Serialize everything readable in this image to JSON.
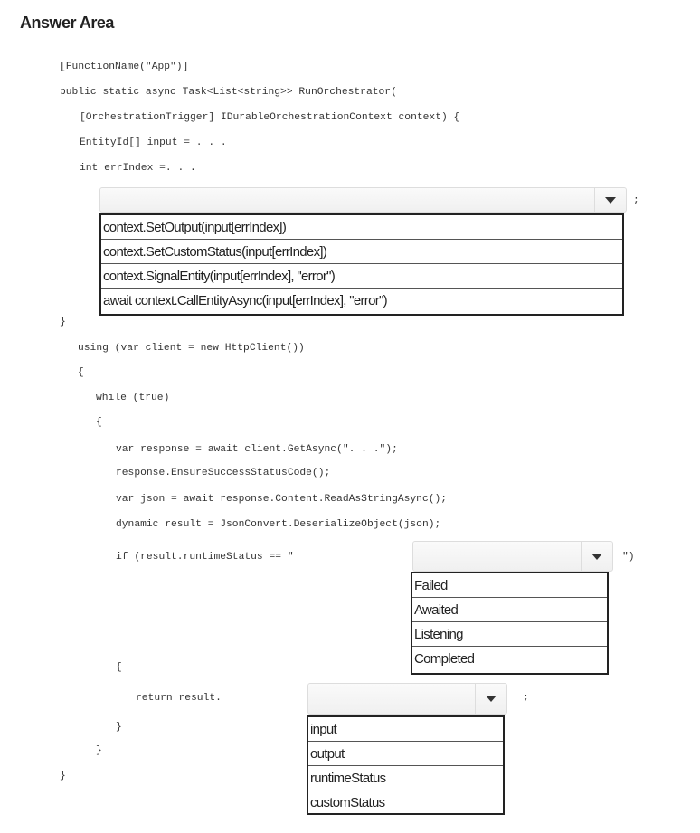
{
  "title": "Answer Area",
  "code": {
    "l1": "[FunctionName(\"App\")]",
    "l2": "public static async Task<List<string>> RunOrchestrator(",
    "l3": "[OrchestrationTrigger] IDurableOrchestrationContext context) {",
    "l4": "EntityId[] input = . . .",
    "l5": "int errIndex =. . .",
    "semi1": ";",
    "close1": "}",
    "l6": "using (var client = new HttpClient())",
    "l7": "{",
    "l8": "while (true)",
    "l9": "{",
    "l10": "var response = await client.GetAsync(\". . .\");",
    "l11": "response.EnsureSuccessStatusCode();",
    "l12": "var json = await response.Content.ReadAsStringAsync();",
    "l13": "dynamic result = JsonConvert.DeserializeObject(json);",
    "l14": "if (result.runtimeStatus == \"",
    "l14_end": "\")",
    "l15": "{",
    "l16": "return result.",
    "semi3": ";",
    "l17": "}",
    "l18": "}",
    "l19": "}"
  },
  "dropdowns": [
    {
      "selected": "",
      "options": [
        "context.SetOutput(input[errIndex])",
        "context.SetCustomStatus(input[errIndex])",
        "context.SignalEntity(input[errIndex], \"error\")",
        "await context.CallEntityAsync(input[errIndex], \"error\")"
      ]
    },
    {
      "selected": "",
      "options": [
        "Failed",
        "Awaited",
        "Listening",
        "Completed"
      ]
    },
    {
      "selected": "",
      "options": [
        "input",
        "output",
        "runtimeStatus",
        "customStatus"
      ]
    }
  ]
}
